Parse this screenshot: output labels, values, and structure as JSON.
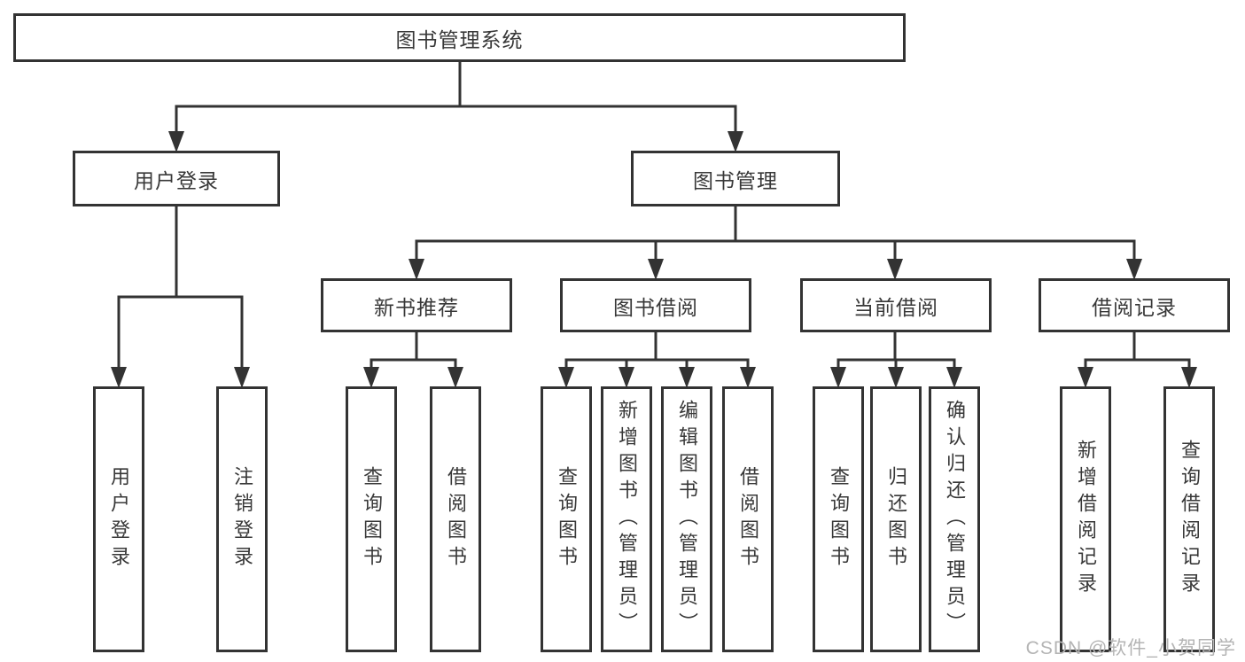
{
  "diagram": {
    "root": {
      "label": "图书管理系统"
    },
    "branches": [
      {
        "label": "用户登录",
        "leaves": [
          {
            "label": "用户登录"
          },
          {
            "label": "注销登录"
          }
        ]
      },
      {
        "label": "图书管理",
        "groups": [
          {
            "label": "新书推荐",
            "leaves": [
              {
                "label": "查询图书"
              },
              {
                "label": "借阅图书"
              }
            ]
          },
          {
            "label": "图书借阅",
            "leaves": [
              {
                "label": "查询图书"
              },
              {
                "label": "新增图书（管理员）"
              },
              {
                "label": "编辑图书（管理员）"
              },
              {
                "label": "借阅图书"
              }
            ]
          },
          {
            "label": "当前借阅",
            "leaves": [
              {
                "label": "查询图书"
              },
              {
                "label": "归还图书"
              },
              {
                "label": "确认归还（管理员）"
              }
            ]
          },
          {
            "label": "借阅记录",
            "leaves": [
              {
                "label": "新增借阅记录"
              },
              {
                "label": "查询借阅记录"
              }
            ]
          }
        ]
      }
    ]
  },
  "watermark": "CSDN @软件_小贺同学",
  "colors": {
    "line": "#333333",
    "text": "#383838",
    "watermark": "#b4b4b4"
  }
}
